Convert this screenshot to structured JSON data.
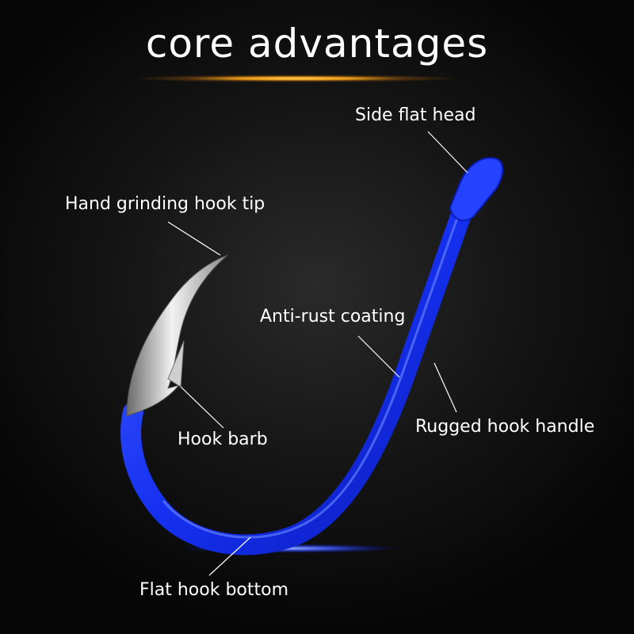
{
  "title": "core advantages",
  "labels": {
    "side_flat_head": "Side flat head",
    "hand_grinding_hook_tip": "Hand grinding hook tip",
    "anti_rust_coating": "Anti-rust coating",
    "rugged_hook_handle": "Rugged hook handle",
    "hook_barb": "Hook barb",
    "flat_hook_bottom": "Flat hook bottom"
  },
  "colors": {
    "hook_blue": "#1f3cff",
    "accent_glow": "#f0a020",
    "text": "#ffffff"
  }
}
